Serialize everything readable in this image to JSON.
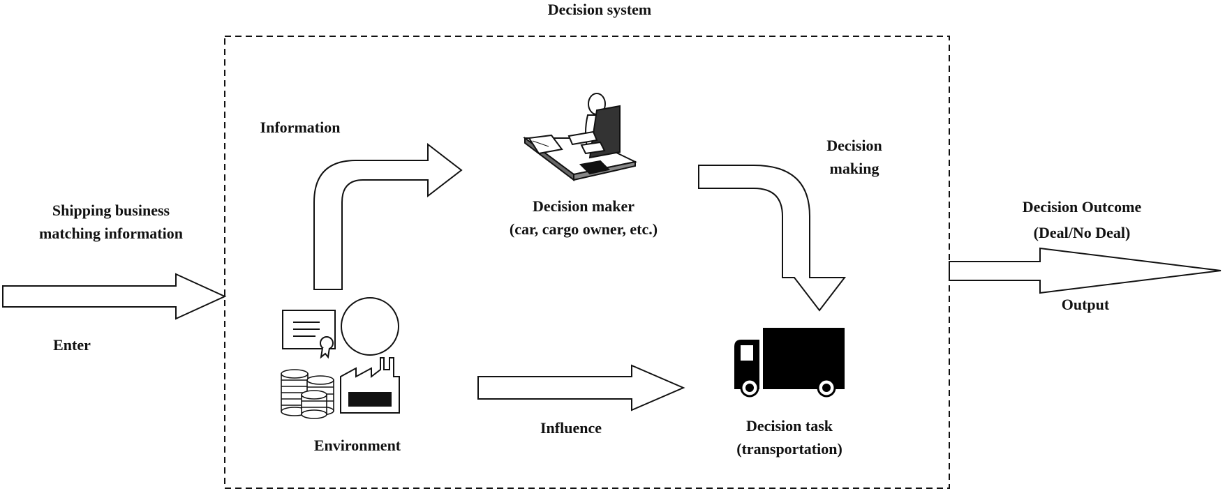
{
  "title": "Decision system",
  "input": {
    "line1": "Shipping business",
    "line2": "matching information",
    "arrow_label": "Enter"
  },
  "information_label": "Information",
  "decision_maker": {
    "line1": "Decision maker",
    "line2": "(car, cargo owner, etc.)",
    "icon": "person-at-desk-icon"
  },
  "decision_making": {
    "line1": "Decision",
    "line2": "making"
  },
  "outcome": {
    "line1": "Decision Outcome",
    "line2": "(Deal/No Deal)",
    "arrow_label": "Output"
  },
  "environment": {
    "label": "Environment",
    "icons": [
      "certificate-icon",
      "globe-icon",
      "coin-stacks-icon",
      "factory-icon"
    ]
  },
  "influence_label": "Influence",
  "decision_task": {
    "line1": "Decision task",
    "line2": "(transportation)",
    "icon": "truck-icon"
  },
  "colors": {
    "stroke": "#111111",
    "fill": "#ffffff"
  }
}
